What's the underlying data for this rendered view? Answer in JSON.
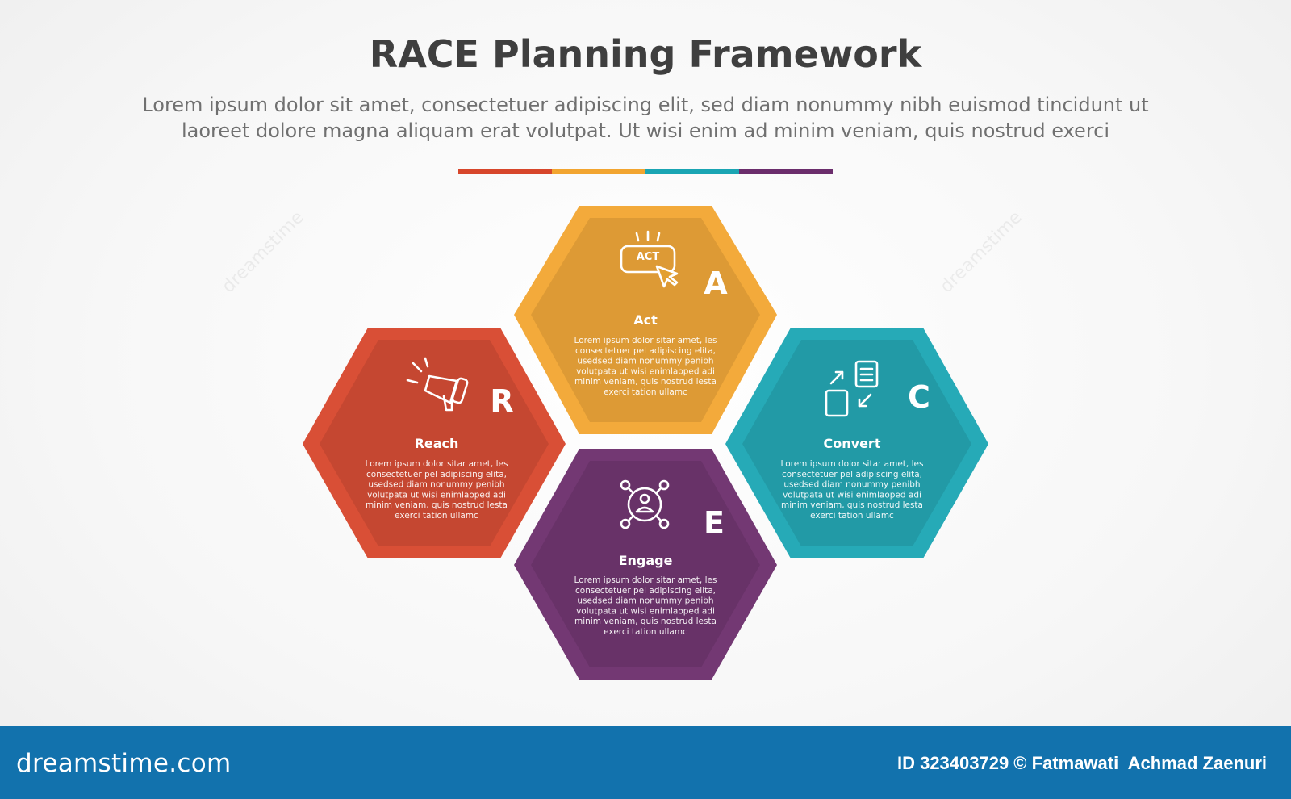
{
  "header": {
    "title": "RACE Planning Framework",
    "subtitle_line1": "Lorem ipsum dolor sit amet, consectetuer adipiscing elit, sed diam nonummy nibh euismod tincidunt ut",
    "subtitle_line2": "laoreet dolore magna aliquam erat volutpat. Ut wisi enim ad minim veniam, quis nostrud exerci"
  },
  "divider_colors": [
    "#d7462b",
    "#f2a530",
    "#1aa5b3",
    "#6b2d6c"
  ],
  "stages": [
    {
      "letter": "A",
      "title": "Act",
      "color": "#f2a530",
      "icon": "act-button-cursor-icon",
      "body": [
        "Lorem ipsum dolor sitar amet, les",
        "consectetuer pel adipiscing elita,",
        "usedsed diam nonummy penibh",
        "volutpata ut wisi enimlaoped adi",
        "minim veniam, quis nostrud lesta",
        "exerci tation ullamc"
      ]
    },
    {
      "letter": "R",
      "title": "Reach",
      "color": "#d7462b",
      "icon": "megaphone-icon",
      "body": [
        "Lorem ipsum dolor sitar amet, les",
        "consectetuer pel adipiscing elita,",
        "usedsed diam nonummy penibh",
        "volutpata ut wisi enimlaoped adi",
        "minim veniam, quis nostrud lesta",
        "exerci tation ullamc"
      ]
    },
    {
      "letter": "C",
      "title": "Convert",
      "color": "#1aa5b3",
      "icon": "convert-documents-icon",
      "body": [
        "Lorem ipsum dolor sitar amet, les",
        "consectetuer pel adipiscing elita,",
        "usedsed diam nonummy penibh",
        "volutpata ut wisi enimlaoped adi",
        "minim veniam, quis nostrud lesta",
        "exerci tation ullamc"
      ]
    },
    {
      "letter": "E",
      "title": "Engage",
      "color": "#6b2d6c",
      "icon": "engage-network-icon",
      "body": [
        "Lorem ipsum dolor sitar amet, les",
        "consectetuer pel adipiscing elita,",
        "usedsed diam nonummy penibh",
        "volutpata ut wisi enimlaoped adi",
        "minim veniam, quis nostrud lesta",
        "exerci tation ullamc"
      ]
    }
  ],
  "icons": {
    "act_badge_text": "ACT"
  },
  "footer": {
    "logo": "dreamstime.com",
    "credit": "ID 323403729 © Fatmawati  Achmad Zaenuri",
    "background": "#1272ad"
  }
}
